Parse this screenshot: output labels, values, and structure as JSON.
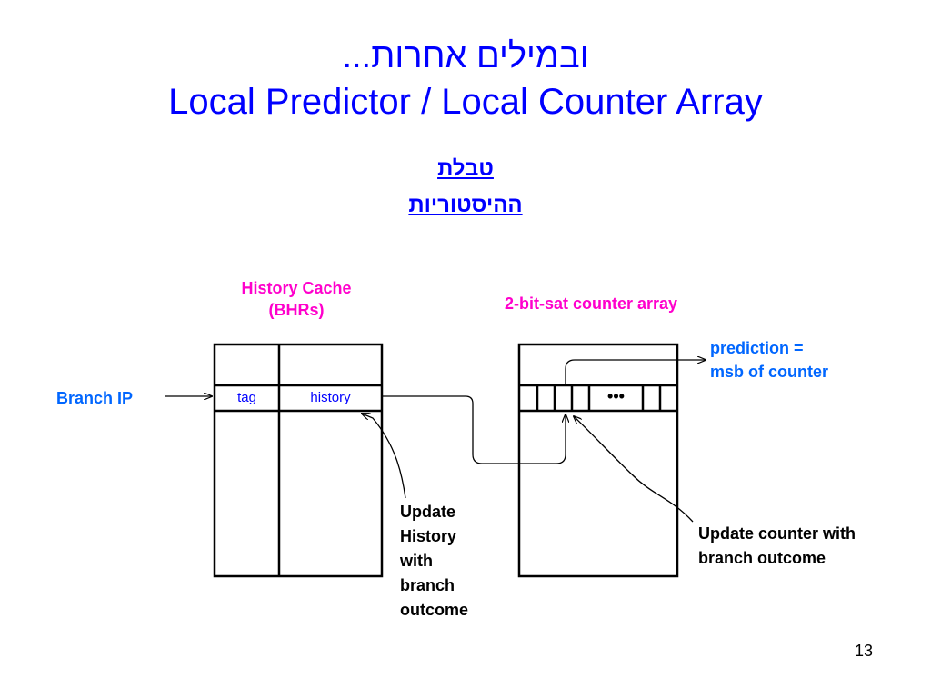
{
  "slide": {
    "title_hebrew": "ובמילים אחרות...",
    "title_english": "Local Predictor / Local Counter Array",
    "subtitle_line1": "טבלת",
    "subtitle_line2": "ההיסטוריות",
    "page_number": "13"
  },
  "diagram": {
    "history_cache_label_line1": "History Cache",
    "history_cache_label_line2": "(BHRs)",
    "counter_array_label": "2-bit-sat counter array",
    "branch_ip": "Branch IP",
    "tag": "tag",
    "history": "history",
    "ellipsis": "•••",
    "prediction_line1": "prediction =",
    "prediction_line2": "msb of counter",
    "update_history_lines": [
      "Update",
      "History",
      "with",
      "branch",
      "outcome"
    ],
    "update_counter_line1": "Update counter with",
    "update_counter_line2": "branch outcome"
  },
  "colors": {
    "title": "#0000ff",
    "cache_label": "#ff00cc",
    "annotation_blue": "#0066ff",
    "cell_label": "#0000ff"
  }
}
